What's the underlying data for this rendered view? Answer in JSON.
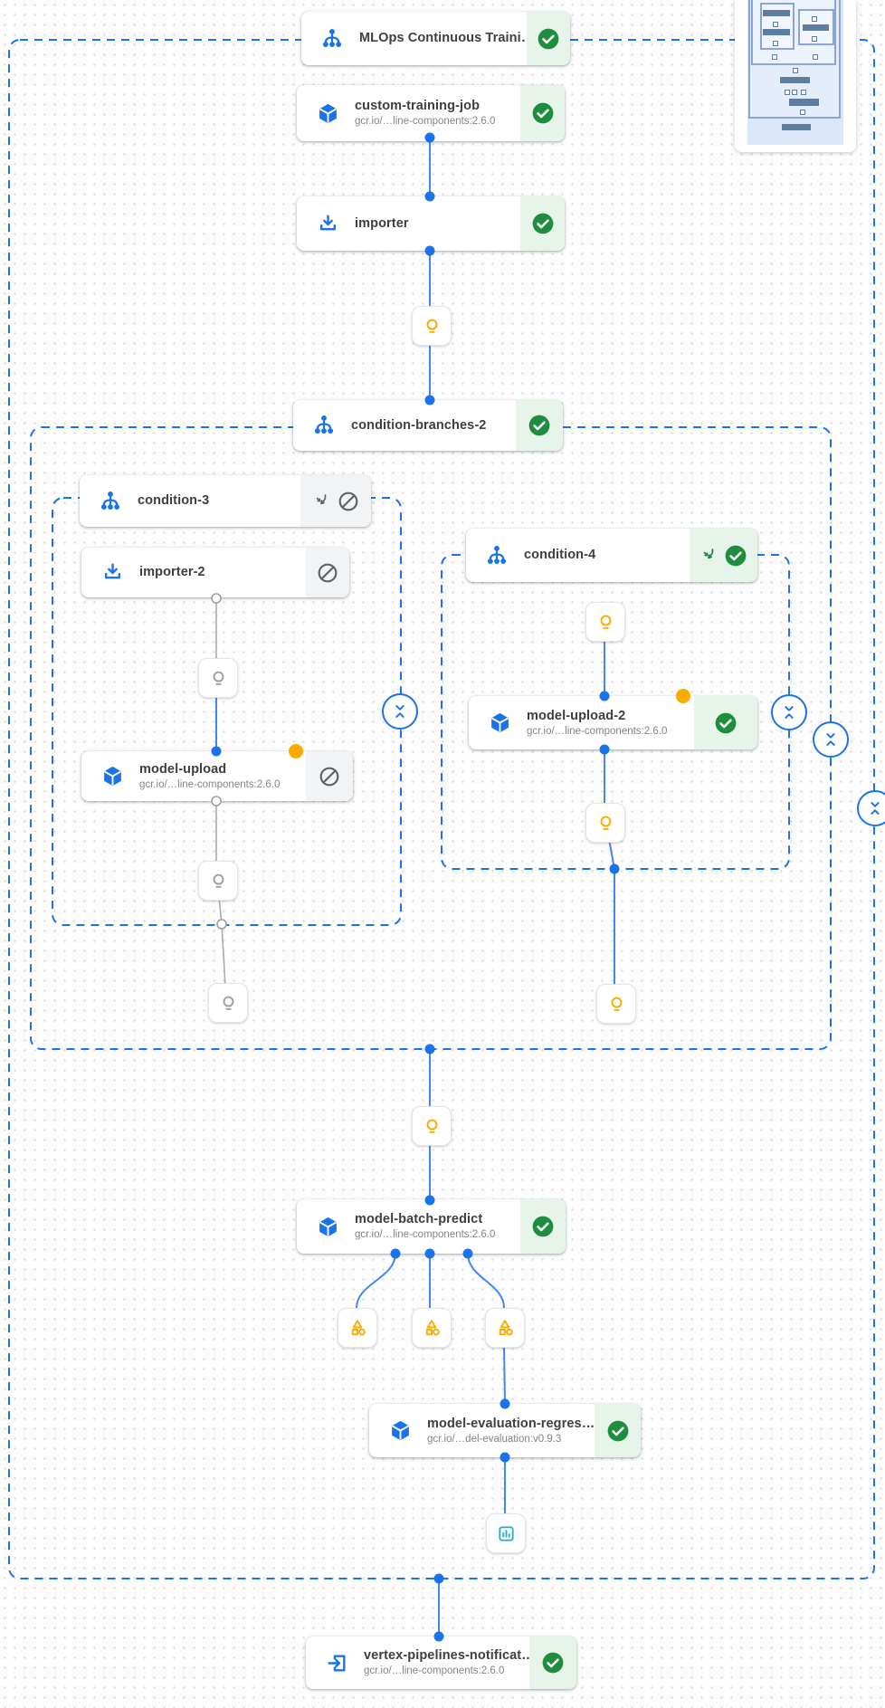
{
  "pipeline": {
    "name": "MLOps Continuous Traini…"
  },
  "nodes": {
    "mlops": {
      "title": "MLOps Continuous Traini…",
      "status": "succeeded"
    },
    "custom_training_job": {
      "title": "custom-training-job",
      "subtitle": "gcr.io/…line-components:2.6.0",
      "status": "succeeded"
    },
    "importer": {
      "title": "importer",
      "status": "succeeded"
    },
    "condition_branches_2": {
      "title": "condition-branches-2",
      "status": "succeeded"
    },
    "condition_3": {
      "title": "condition-3",
      "status": "skipped"
    },
    "importer_2": {
      "title": "importer-2",
      "status": "skipped"
    },
    "model_upload": {
      "title": "model-upload",
      "subtitle": "gcr.io/…line-components:2.6.0",
      "status": "skipped"
    },
    "condition_4": {
      "title": "condition-4",
      "status": "succeeded"
    },
    "model_upload_2": {
      "title": "model-upload-2",
      "subtitle": "gcr.io/…line-components:2.6.0",
      "status": "succeeded"
    },
    "model_batch_predict": {
      "title": "model-batch-predict",
      "subtitle": "gcr.io/…line-components:2.6.0",
      "status": "succeeded"
    },
    "model_evaluation_regression": {
      "title": "model-evaluation-regres…",
      "subtitle": "gcr.io/…del-evaluation:v0.9.3",
      "status": "succeeded"
    },
    "vertex_pipelines_notification": {
      "title": "vertex-pipelines-notificat…",
      "subtitle": "gcr.io/…line-components:2.6.0",
      "status": "succeeded"
    }
  },
  "colors": {
    "accent_blue": "#1a73e8",
    "edge_blue": "#4285f4",
    "success_green": "#1e8e3e",
    "success_bg": "#e6f4ea",
    "skipped_bg": "#f1f3f4",
    "skipped_gray": "#5f6368",
    "artifact_yellow": "#f9ab00",
    "artifact_gray": "#9aa0a6",
    "metrics_teal": "#27b2c7",
    "edge_gray": "#a8adb3"
  }
}
